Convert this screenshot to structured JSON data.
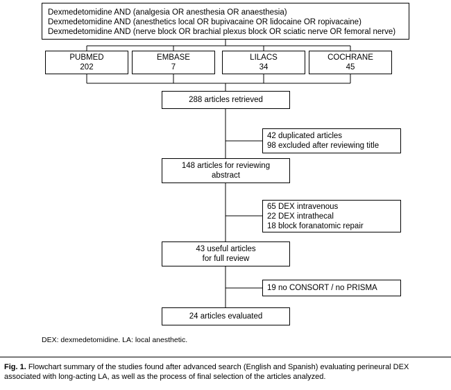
{
  "figure": {
    "query_box": {
      "name": "search-query-box",
      "lines": [
        "Dexmedetomidine AND (analgesia OR anesthesia OR anaesthesia)",
        "Dexmedetomidine AND (anesthetics local OR bupivacaine OR lidocaine OR ropivacaine)",
        "Dexmedetomidine AND (nerve block OR brachial plexus block OR sciatic nerve OR femoral nerve)"
      ]
    },
    "databases": [
      {
        "name": "PUBMED",
        "count": "202"
      },
      {
        "name": "EMBASE",
        "count": "7"
      },
      {
        "name": "LILACS",
        "count": "34"
      },
      {
        "name": "COCHRANE",
        "count": "45"
      }
    ],
    "stages": [
      {
        "id": "retrieved",
        "lines": [
          "288 articles retrieved"
        ]
      },
      {
        "id": "abstract",
        "lines": [
          "148 articles for reviewing",
          "abstract"
        ]
      },
      {
        "id": "full-review",
        "lines": [
          "43 useful articles",
          "for full review"
        ]
      },
      {
        "id": "evaluated",
        "lines": [
          "24 articles evaluated"
        ]
      }
    ],
    "exclusions": [
      {
        "id": "exclusion-1",
        "lines": [
          "42 duplicated articles",
          "98 excluded after reviewing title"
        ]
      },
      {
        "id": "exclusion-2",
        "lines": [
          "65 DEX intravenous",
          "22 DEX intrathecal",
          "18 block foranatomic repair"
        ]
      },
      {
        "id": "exclusion-3",
        "lines": [
          "19 no CONSORT / no PRISMA"
        ]
      }
    ],
    "abbreviations": "DEX: dexmedetomidine. LA: local anesthetic.",
    "caption": {
      "label": "Fig. 1.",
      "text": "  Flowchart summary of the studies found after advanced search (English and Spanish) evaluating perineural DEX associated with long-acting LA, as well as the process of final selection of the articles analyzed."
    }
  }
}
